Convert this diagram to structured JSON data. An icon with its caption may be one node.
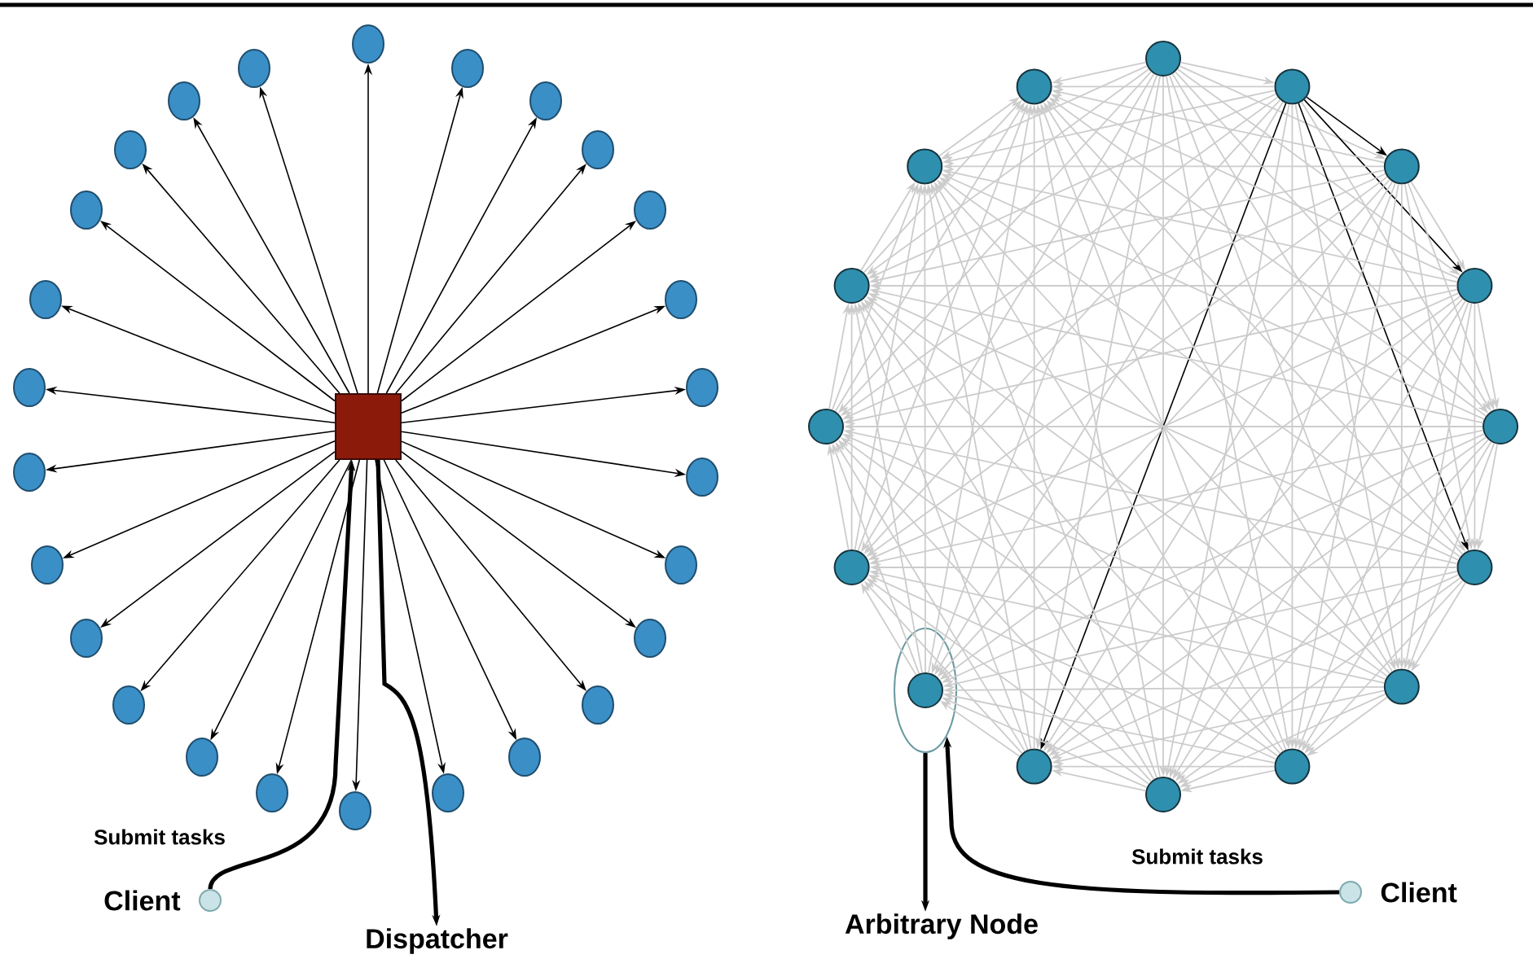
{
  "diagram": {
    "nodes": [
      {
        "text": [],
        "shape": "box"
      },
      {
        "text": [],
        "shape": "circle"
      },
      {
        "text": [],
        "shape": "circle"
      },
      {
        "text": [],
        "shape": "circle"
      },
      {
        "text": [],
        "shape": "circle"
      },
      {
        "text": [],
        "shape": "circle"
      },
      {
        "text": [],
        "shape": "circle"
      },
      {
        "text": [],
        "shape": "circle"
      },
      {
        "text": [],
        "shape": "circle"
      },
      {
        "text": [],
        "shape": "circle"
      },
      {
        "text": [],
        "shape": "circle"
      },
      {
        "text": [],
        "shape": "circle"
      },
      {
        "text": [],
        "shape": "circle"
      },
      {
        "text": [],
        "shape": "circle"
      },
      {
        "text": [],
        "shape": "circle"
      },
      {
        "text": [],
        "shape": "circle"
      },
      {
        "text": [],
        "shape": "circle"
      },
      {
        "text": [],
        "shape": "circle"
      },
      {
        "text": [],
        "shape": "circle"
      },
      {
        "text": [],
        "shape": "circle"
      },
      {
        "text": [],
        "shape": "circle"
      },
      {
        "text": [],
        "shape": "circle"
      },
      {
        "text": [],
        "shape": "circle"
      },
      {
        "text": [],
        "shape": "circle"
      },
      {
        "text": [],
        "shape": "circle"
      },
      {
        "text": [],
        "shape": "circle"
      },
      {
        "text": [],
        "shape": "circle"
      },
      {
        "text": [],
        "shape": "circle",
        "beside": [
          "Client"
        ]
      },
      {
        "text": [
          "Dispatcher"
        ]
      },
      {
        "text": [],
        "shape": "ellipse"
      },
      {
        "text": [],
        "shape": "circle"
      },
      {
        "text": [],
        "shape": "circle"
      },
      {
        "text": [],
        "shape": "circle"
      },
      {
        "text": [],
        "shape": "circle"
      },
      {
        "text": [],
        "shape": "circle"
      },
      {
        "text": [],
        "shape": "circle"
      },
      {
        "text": [],
        "shape": "circle"
      },
      {
        "text": [],
        "shape": "circle"
      },
      {
        "text": [],
        "shape": "circle"
      },
      {
        "text": [],
        "shape": "circle"
      },
      {
        "text": [],
        "shape": "circle",
        "in": 29
      },
      {
        "text": [],
        "shape": "circle"
      },
      {
        "text": [],
        "shape": "circle"
      },
      {
        "text": [],
        "shape": "circle"
      },
      {
        "text": [],
        "shape": "circle"
      },
      {
        "text": [],
        "shape": "circle"
      },
      {
        "text": [],
        "shape": "circle",
        "beside": [
          "Client"
        ]
      },
      {
        "text": [
          "Arbitrary Node"
        ]
      }
    ],
    "edges": [
      {
        "from": 0,
        "to": 1,
        "arrow": "to",
        "color": "#000000"
      },
      {
        "from": 0,
        "to": 2,
        "arrow": "to",
        "color": "#000000"
      },
      {
        "from": 0,
        "to": 3,
        "arrow": "to",
        "color": "#000000"
      },
      {
        "from": 0,
        "to": 4,
        "arrow": "to",
        "color": "#000000"
      },
      {
        "from": 0,
        "to": 5,
        "arrow": "to",
        "color": "#000000"
      },
      {
        "from": 0,
        "to": 6,
        "arrow": "to",
        "color": "#000000"
      },
      {
        "from": 0,
        "to": 7,
        "arrow": "to",
        "color": "#000000"
      },
      {
        "from": 0,
        "to": 8,
        "arrow": "to",
        "color": "#000000"
      },
      {
        "from": 0,
        "to": 9,
        "arrow": "to",
        "color": "#000000"
      },
      {
        "from": 0,
        "to": 10,
        "arrow": "to",
        "color": "#000000"
      },
      {
        "from": 0,
        "to": 11,
        "arrow": "to",
        "color": "#000000"
      },
      {
        "from": 0,
        "to": 12,
        "arrow": "to",
        "color": "#000000"
      },
      {
        "from": 0,
        "to": 13,
        "arrow": "to",
        "color": "#000000"
      },
      {
        "from": 0,
        "to": 14,
        "arrow": "to",
        "color": "#000000"
      },
      {
        "from": 0,
        "to": 15,
        "arrow": "to",
        "color": "#000000"
      },
      {
        "from": 0,
        "to": 16,
        "arrow": "to",
        "color": "#000000"
      },
      {
        "from": 0,
        "to": 17,
        "arrow": "to",
        "color": "#000000"
      },
      {
        "from": 0,
        "to": 18,
        "arrow": "to",
        "color": "#000000"
      },
      {
        "from": 0,
        "to": 19,
        "arrow": "to",
        "color": "#000000"
      },
      {
        "from": 0,
        "to": 20,
        "arrow": "to",
        "color": "#000000"
      },
      {
        "from": 0,
        "to": 21,
        "arrow": "to",
        "color": "#000000"
      },
      {
        "from": 0,
        "to": 22,
        "arrow": "to",
        "color": "#000000"
      },
      {
        "from": 0,
        "to": 23,
        "arrow": "to",
        "color": "#000000"
      },
      {
        "from": 0,
        "to": 24,
        "arrow": "to",
        "color": "#000000"
      },
      {
        "from": 0,
        "to": 25,
        "arrow": "to",
        "color": "#000000"
      },
      {
        "from": 0,
        "to": 26,
        "arrow": "to",
        "color": "#000000"
      },
      {
        "from": 27,
        "to": 0,
        "arrow": "to",
        "label": "Submit tasks",
        "color": "#000000",
        "style": "thick"
      },
      {
        "from": 0,
        "to": 28,
        "arrow": "to",
        "color": "#000000",
        "style": "thick"
      },
      {
        "from": 30,
        "to": 31,
        "arrow": "to"
      },
      {
        "from": 30,
        "to": 32,
        "arrow": "to"
      },
      {
        "from": 30,
        "to": 33,
        "arrow": "to"
      },
      {
        "from": 30,
        "to": 34,
        "arrow": "to"
      },
      {
        "from": 30,
        "to": 35,
        "arrow": "to"
      },
      {
        "from": 30,
        "to": 36,
        "arrow": "to"
      },
      {
        "from": 30,
        "to": 37,
        "arrow": "to"
      },
      {
        "from": 30,
        "to": 38,
        "arrow": "to"
      },
      {
        "from": 30,
        "to": 39,
        "arrow": "to"
      },
      {
        "from": 30,
        "to": 40,
        "arrow": "to"
      },
      {
        "from": 30,
        "to": 41,
        "arrow": "to"
      },
      {
        "from": 30,
        "to": 42,
        "arrow": "to"
      },
      {
        "from": 30,
        "to": 43,
        "arrow": "to"
      },
      {
        "from": 30,
        "to": 44,
        "arrow": "to"
      },
      {
        "from": 30,
        "to": 45,
        "arrow": "to"
      },
      {
        "from": 31,
        "to": 32,
        "arrow": "to",
        "color": "#000000"
      },
      {
        "from": 31,
        "to": 33,
        "arrow": "to",
        "color": "#000000"
      },
      {
        "from": 31,
        "to": 34,
        "arrow": "to"
      },
      {
        "from": 31,
        "to": 35,
        "arrow": "to",
        "color": "#000000"
      },
      {
        "from": 31,
        "to": 36,
        "arrow": "to"
      },
      {
        "from": 31,
        "to": 37,
        "arrow": "to"
      },
      {
        "from": 31,
        "to": 38,
        "arrow": "to"
      },
      {
        "from": 31,
        "to": 39,
        "arrow": "to",
        "color": "#000000"
      },
      {
        "from": 31,
        "to": 40,
        "arrow": "to"
      },
      {
        "from": 31,
        "to": 41,
        "arrow": "to"
      },
      {
        "from": 31,
        "to": 42,
        "arrow": "to"
      },
      {
        "from": 31,
        "to": 43,
        "arrow": "to"
      },
      {
        "from": 31,
        "to": 44,
        "arrow": "to"
      },
      {
        "from": 31,
        "to": 45,
        "arrow": "to"
      },
      {
        "from": 32,
        "to": 33,
        "arrow": "to"
      },
      {
        "from": 32,
        "to": 34,
        "arrow": "to"
      },
      {
        "from": 32,
        "to": 35,
        "arrow": "to"
      },
      {
        "from": 32,
        "to": 36,
        "arrow": "to"
      },
      {
        "from": 32,
        "to": 37,
        "arrow": "to"
      },
      {
        "from": 32,
        "to": 38,
        "arrow": "to"
      },
      {
        "from": 32,
        "to": 39,
        "arrow": "to"
      },
      {
        "from": 32,
        "to": 40,
        "arrow": "to"
      },
      {
        "from": 32,
        "to": 41,
        "arrow": "to"
      },
      {
        "from": 32,
        "to": 42,
        "arrow": "to"
      },
      {
        "from": 32,
        "to": 43,
        "arrow": "to"
      },
      {
        "from": 32,
        "to": 44,
        "arrow": "to"
      },
      {
        "from": 32,
        "to": 45,
        "arrow": "to"
      },
      {
        "from": 33,
        "to": 34,
        "arrow": "to"
      },
      {
        "from": 33,
        "to": 35,
        "arrow": "to"
      },
      {
        "from": 33,
        "to": 36,
        "arrow": "to"
      },
      {
        "from": 33,
        "to": 37,
        "arrow": "to"
      },
      {
        "from": 33,
        "to": 38,
        "arrow": "to"
      },
      {
        "from": 33,
        "to": 39,
        "arrow": "to"
      },
      {
        "from": 33,
        "to": 40,
        "arrow": "to"
      },
      {
        "from": 33,
        "to": 41,
        "arrow": "to"
      },
      {
        "from": 33,
        "to": 42,
        "arrow": "to"
      },
      {
        "from": 33,
        "to": 43,
        "arrow": "to"
      },
      {
        "from": 33,
        "to": 44,
        "arrow": "to"
      },
      {
        "from": 33,
        "to": 45,
        "arrow": "to"
      },
      {
        "from": 34,
        "to": 35,
        "arrow": "to"
      },
      {
        "from": 34,
        "to": 36,
        "arrow": "to"
      },
      {
        "from": 34,
        "to": 37,
        "arrow": "to"
      },
      {
        "from": 34,
        "to": 38,
        "arrow": "to"
      },
      {
        "from": 34,
        "to": 39,
        "arrow": "to"
      },
      {
        "from": 34,
        "to": 40,
        "arrow": "to"
      },
      {
        "from": 34,
        "to": 41,
        "arrow": "to"
      },
      {
        "from": 34,
        "to": 42,
        "arrow": "to"
      },
      {
        "from": 34,
        "to": 43,
        "arrow": "to"
      },
      {
        "from": 34,
        "to": 44,
        "arrow": "to"
      },
      {
        "from": 34,
        "to": 45,
        "arrow": "to"
      },
      {
        "from": 35,
        "to": 36,
        "arrow": "to"
      },
      {
        "from": 35,
        "to": 37,
        "arrow": "to"
      },
      {
        "from": 35,
        "to": 38,
        "arrow": "to"
      },
      {
        "from": 35,
        "to": 39,
        "arrow": "to"
      },
      {
        "from": 35,
        "to": 40,
        "arrow": "to"
      },
      {
        "from": 35,
        "to": 41,
        "arrow": "to"
      },
      {
        "from": 35,
        "to": 42,
        "arrow": "to"
      },
      {
        "from": 35,
        "to": 43,
        "arrow": "to"
      },
      {
        "from": 35,
        "to": 44,
        "arrow": "to"
      },
      {
        "from": 35,
        "to": 45,
        "arrow": "to"
      },
      {
        "from": 36,
        "to": 37,
        "arrow": "to"
      },
      {
        "from": 36,
        "to": 38,
        "arrow": "to"
      },
      {
        "from": 36,
        "to": 39,
        "arrow": "to"
      },
      {
        "from": 36,
        "to": 40,
        "arrow": "to"
      },
      {
        "from": 36,
        "to": 41,
        "arrow": "to"
      },
      {
        "from": 36,
        "to": 42,
        "arrow": "to"
      },
      {
        "from": 36,
        "to": 43,
        "arrow": "to"
      },
      {
        "from": 36,
        "to": 44,
        "arrow": "to"
      },
      {
        "from": 36,
        "to": 45,
        "arrow": "to"
      },
      {
        "from": 37,
        "to": 38,
        "arrow": "to"
      },
      {
        "from": 37,
        "to": 39,
        "arrow": "to"
      },
      {
        "from": 37,
        "to": 40,
        "arrow": "to"
      },
      {
        "from": 37,
        "to": 41,
        "arrow": "to"
      },
      {
        "from": 37,
        "to": 42,
        "arrow": "to"
      },
      {
        "from": 37,
        "to": 43,
        "arrow": "to"
      },
      {
        "from": 37,
        "to": 44,
        "arrow": "to"
      },
      {
        "from": 37,
        "to": 45,
        "arrow": "to"
      },
      {
        "from": 38,
        "to": 39,
        "arrow": "to"
      },
      {
        "from": 38,
        "to": 40,
        "arrow": "to"
      },
      {
        "from": 38,
        "to": 41,
        "arrow": "to"
      },
      {
        "from": 38,
        "to": 42,
        "arrow": "to"
      },
      {
        "from": 38,
        "to": 43,
        "arrow": "to"
      },
      {
        "from": 38,
        "to": 44,
        "arrow": "to"
      },
      {
        "from": 38,
        "to": 45,
        "arrow": "to"
      },
      {
        "from": 39,
        "to": 40,
        "arrow": "to"
      },
      {
        "from": 39,
        "to": 41,
        "arrow": "to"
      },
      {
        "from": 39,
        "to": 42,
        "arrow": "to"
      },
      {
        "from": 39,
        "to": 43,
        "arrow": "to"
      },
      {
        "from": 39,
        "to": 44,
        "arrow": "to"
      },
      {
        "from": 39,
        "to": 45,
        "arrow": "to"
      },
      {
        "from": 40,
        "to": 41,
        "arrow": "to"
      },
      {
        "from": 40,
        "to": 42,
        "arrow": "to"
      },
      {
        "from": 40,
        "to": 43,
        "arrow": "to"
      },
      {
        "from": 40,
        "to": 44,
        "arrow": "to"
      },
      {
        "from": 40,
        "to": 45,
        "arrow": "to"
      },
      {
        "from": 41,
        "to": 42,
        "arrow": "to"
      },
      {
        "from": 41,
        "to": 43,
        "arrow": "to"
      },
      {
        "from": 41,
        "to": 44,
        "arrow": "to"
      },
      {
        "from": 41,
        "to": 45,
        "arrow": "to"
      },
      {
        "from": 42,
        "to": 43,
        "arrow": "to"
      },
      {
        "from": 42,
        "to": 44,
        "arrow": "to"
      },
      {
        "from": 42,
        "to": 45,
        "arrow": "to"
      },
      {
        "from": 43,
        "to": 44,
        "arrow": "to"
      },
      {
        "from": 43,
        "to": 45,
        "arrow": "to"
      },
      {
        "from": 44,
        "to": 45,
        "arrow": "to"
      },
      {
        "from": 46,
        "to": 29,
        "arrow": "to",
        "label": "Submit tasks",
        "color": "#000000",
        "style": "thick"
      },
      {
        "from": 29,
        "to": 47,
        "arrow": "to",
        "color": "#000000",
        "style": "thick"
      }
    ]
  }
}
